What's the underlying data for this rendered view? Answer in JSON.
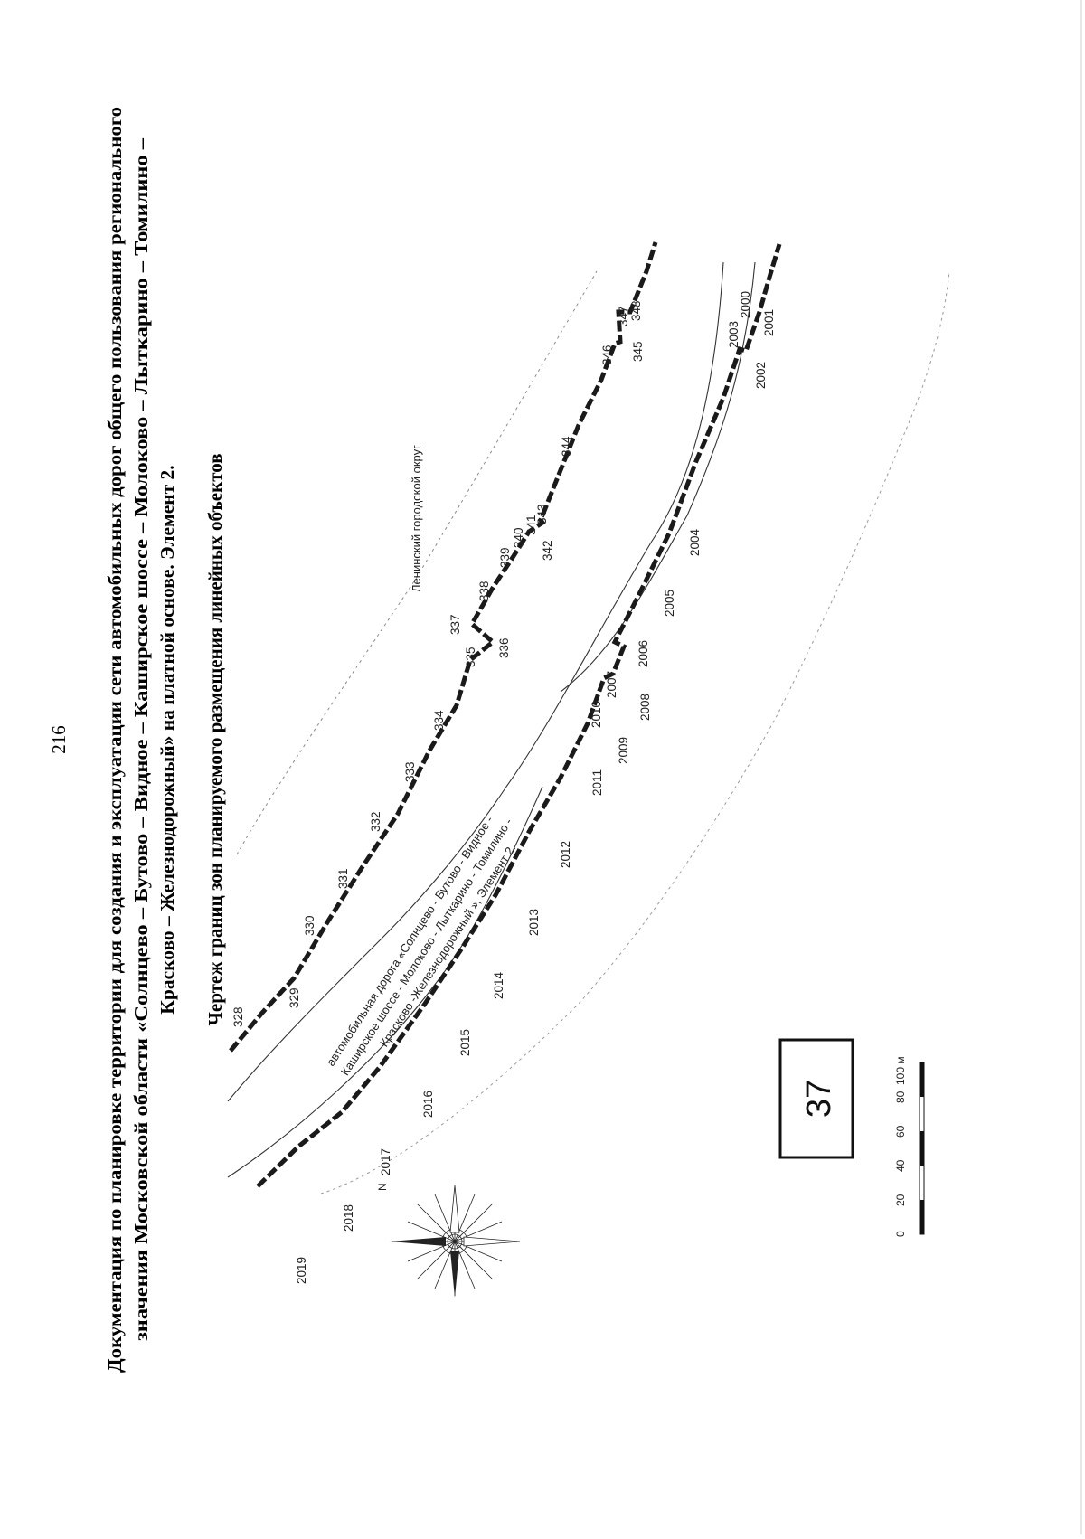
{
  "page_number": "216",
  "title_lines": [
    "Документация по планировке территории для создания и эксплуатации сети автомобильных дорог общего пользования регионального",
    "значения Московской области «Солнцево – Бутово – Видное – Каширское шоссе – Молоково – Лыткарино – Томилино –",
    "Красково – Железнодорожный» на платной основе. Элемент 2."
  ],
  "subtitle": "Чертеж границ зон планируемого размещения линейных объектов",
  "map": {
    "district_label": "Ленинский городской округ",
    "road_label_lines": [
      "автомобильная дорога «Солнцево - Бутово - Видное -",
      "Каширское шоссе - Молоково - Лыткарино - Томилино -",
      "Красково -Железнодорожный », Элемент 2."
    ],
    "sheet_number": "37",
    "north_label": "N",
    "upper_boundary_points": [
      "328",
      "329",
      "330",
      "331",
      "332",
      "333",
      "334",
      "335",
      "336",
      "337",
      "338",
      "339",
      "340",
      "341",
      "342",
      "343",
      "344",
      "345",
      "346",
      "347",
      "348"
    ],
    "lower_boundary_points": [
      "2000",
      "2001",
      "2002",
      "2003",
      "2004",
      "2005",
      "2006",
      "2007",
      "2008",
      "2009",
      "2010",
      "2011",
      "2012",
      "2013",
      "2014",
      "2015",
      "2016",
      "2017",
      "2018",
      "2019"
    ],
    "scale_bar": {
      "labels": [
        "0",
        "20",
        "40",
        "60",
        "80",
        "100 м"
      ]
    },
    "colors": {
      "boundary": "#1a1a1a",
      "line": "#333333",
      "faint": "#9a9a9a"
    }
  }
}
